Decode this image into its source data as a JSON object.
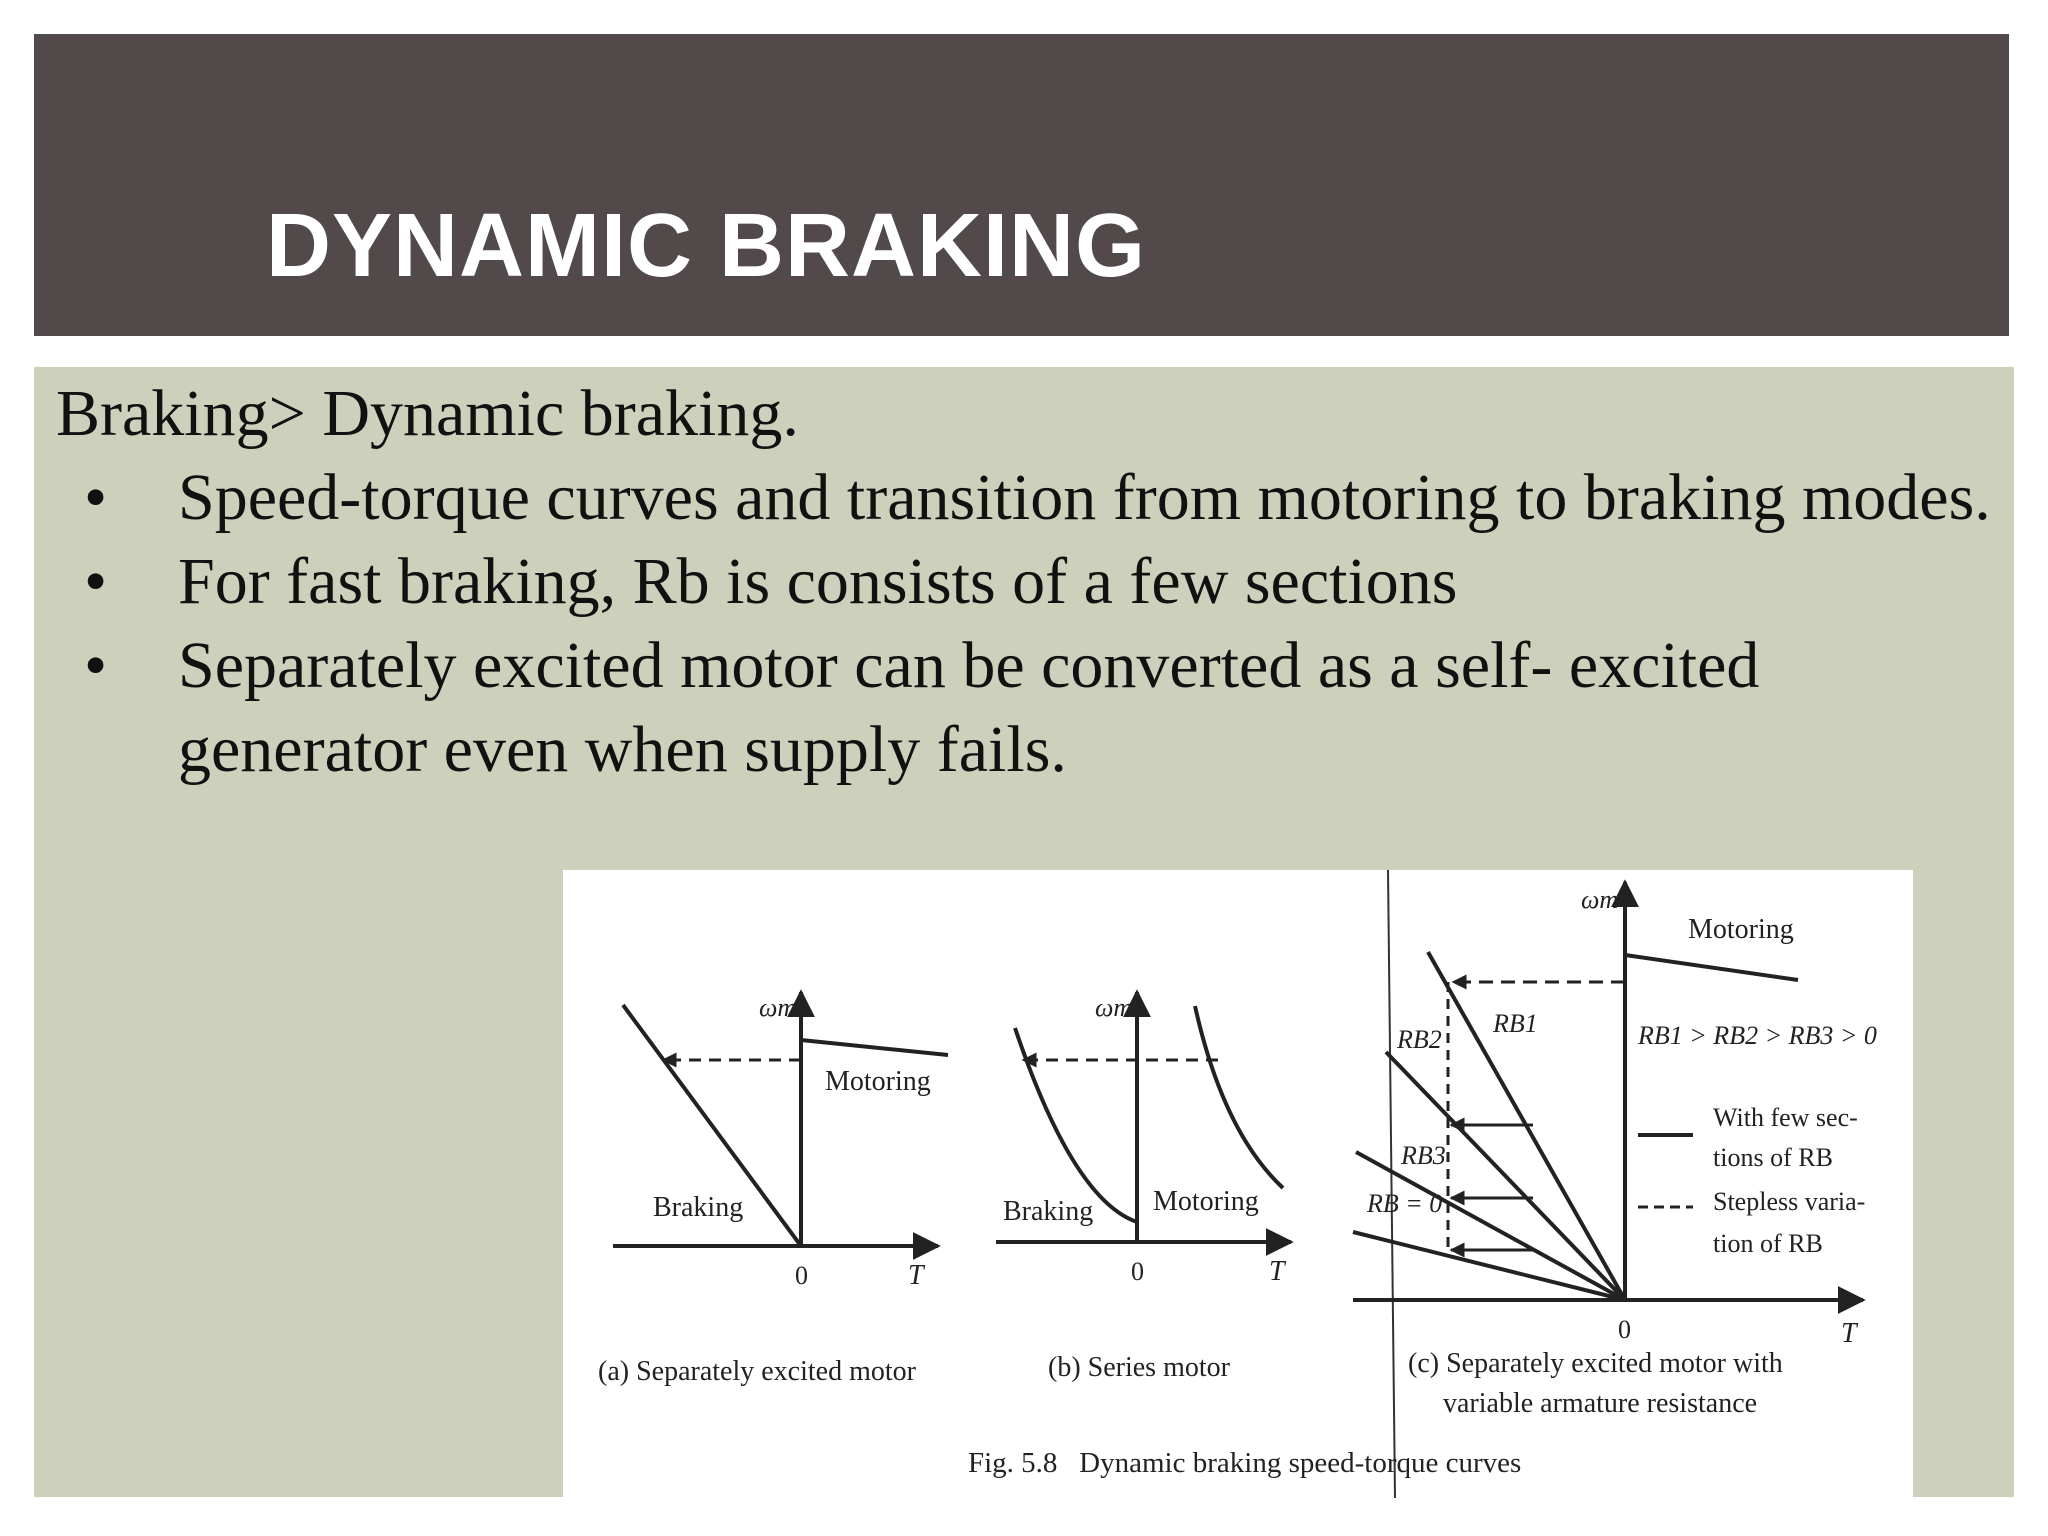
{
  "slide": {
    "title": "DYNAMIC BRAKING",
    "lead": "Braking> Dynamic braking.",
    "bullet_symbol": "•",
    "bullets": [
      "Speed-torque curves and transition from motoring to braking modes.",
      "For fast braking, Rb is consists of a few sections",
      "Separately excited motor can be converted as a self- excited generator even when supply fails."
    ]
  },
  "figure": {
    "caption": "Fig. 5.8   Dynamic braking speed-torque curves",
    "panel_a": {
      "y_axis": "ωm",
      "x_axis": "T",
      "origin": "0",
      "braking": "Braking",
      "motoring": "Motoring",
      "sub_caption": "(a) Separately excited motor"
    },
    "panel_b": {
      "y_axis": "ωm",
      "x_axis": "T",
      "origin": "0",
      "braking": "Braking",
      "motoring": "Motoring",
      "sub_caption": "(b) Series motor"
    },
    "panel_c": {
      "y_axis": "ωm",
      "x_axis": "T",
      "origin": "0",
      "motoring": "Motoring",
      "rb1": "RB1",
      "rb2": "RB2",
      "rb3": "RB3",
      "rb0": "RB = 0",
      "relation": "RB1 > RB2 > RB3 > 0",
      "legend_solid_1": "With few sec-",
      "legend_solid_2": "tions of RB",
      "legend_dashed_1": "Stepless varia-",
      "legend_dashed_2": "tion of RB",
      "sub_caption_1": "(c) Separately excited motor with",
      "sub_caption_2": "variable armature resistance"
    }
  },
  "colors": {
    "title_bar": "#52494b",
    "content_bg": "#cdd1bb",
    "title_text": "#ffffff"
  }
}
